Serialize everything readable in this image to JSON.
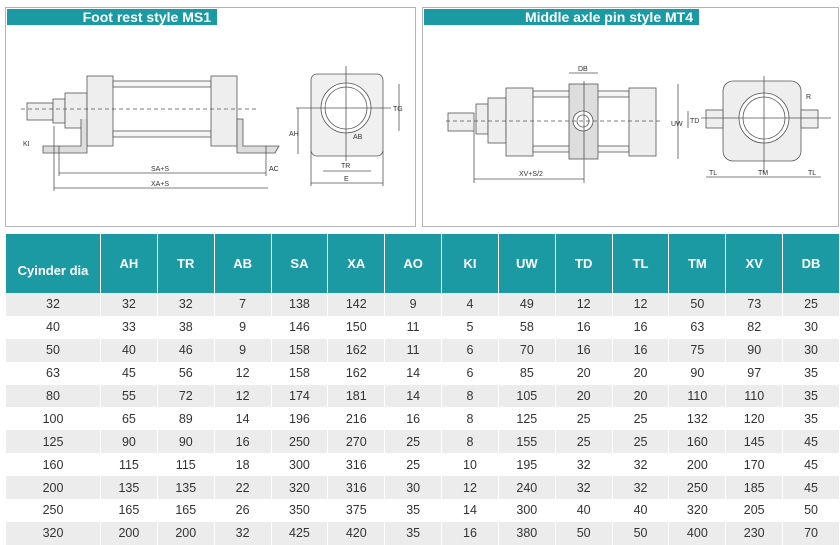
{
  "panels": [
    {
      "title": "Foot rest style MS1",
      "labels": {
        "sa": "SA+S",
        "xa": "XA+S",
        "ac": "AC",
        "ki": "KI",
        "ah": "AH",
        "tg": "TG",
        "ab": "AB",
        "tr": "TR",
        "e": "E"
      }
    },
    {
      "title": "Middle axle pin style MT4",
      "labels": {
        "db": "DB",
        "xv": "XV+S/2",
        "uw": "UW",
        "td": "TD",
        "tl": "TL",
        "tm": "TM",
        "r": "R"
      }
    }
  ],
  "table": {
    "headers": [
      "Cyinder dia",
      "AH",
      "TR",
      "AB",
      "SA",
      "XA",
      "AO",
      "KI",
      "UW",
      "TD",
      "TL",
      "TM",
      "XV",
      "DB"
    ],
    "rows": [
      [
        "32",
        "32",
        "32",
        "7",
        "138",
        "142",
        "9",
        "4",
        "49",
        "12",
        "12",
        "50",
        "73",
        "25"
      ],
      [
        "40",
        "33",
        "38",
        "9",
        "146",
        "150",
        "11",
        "5",
        "58",
        "16",
        "16",
        "63",
        "82",
        "30"
      ],
      [
        "50",
        "40",
        "46",
        "9",
        "158",
        "162",
        "11",
        "6",
        "70",
        "16",
        "16",
        "75",
        "90",
        "30"
      ],
      [
        "63",
        "45",
        "56",
        "12",
        "158",
        "162",
        "14",
        "6",
        "85",
        "20",
        "20",
        "90",
        "97",
        "35"
      ],
      [
        "80",
        "55",
        "72",
        "12",
        "174",
        "181",
        "14",
        "8",
        "105",
        "20",
        "20",
        "110",
        "110",
        "35"
      ],
      [
        "100",
        "65",
        "89",
        "14",
        "196",
        "216",
        "16",
        "8",
        "125",
        "25",
        "25",
        "132",
        "120",
        "35"
      ],
      [
        "125",
        "90",
        "90",
        "16",
        "250",
        "270",
        "25",
        "8",
        "155",
        "25",
        "25",
        "160",
        "145",
        "45"
      ],
      [
        "160",
        "115",
        "115",
        "18",
        "300",
        "316",
        "25",
        "10",
        "195",
        "32",
        "32",
        "200",
        "170",
        "45"
      ],
      [
        "200",
        "135",
        "135",
        "22",
        "320",
        "316",
        "30",
        "12",
        "240",
        "32",
        "32",
        "250",
        "185",
        "45"
      ],
      [
        "250",
        "165",
        "165",
        "26",
        "350",
        "375",
        "35",
        "14",
        "300",
        "40",
        "40",
        "320",
        "205",
        "50"
      ],
      [
        "320",
        "200",
        "200",
        "32",
        "425",
        "420",
        "35",
        "16",
        "380",
        "50",
        "50",
        "400",
        "230",
        "70"
      ]
    ]
  }
}
